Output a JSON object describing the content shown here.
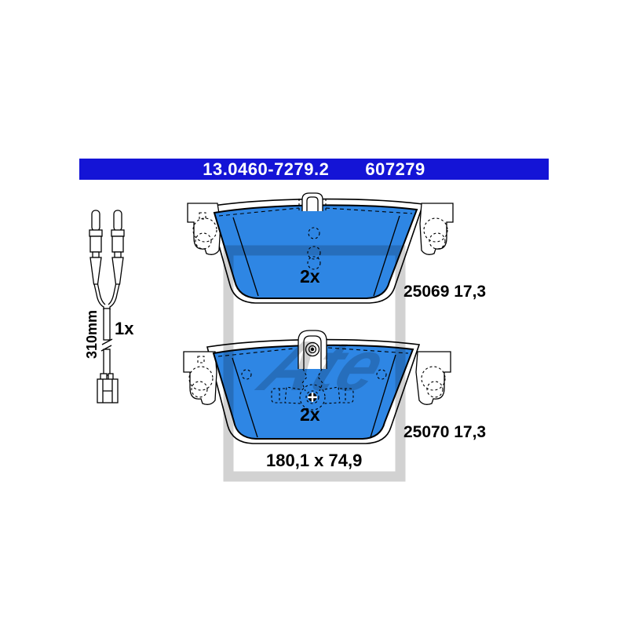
{
  "header": {
    "part_number": "13.0460-7279.2",
    "article_number": "607279"
  },
  "sensor": {
    "length_label": "310mm",
    "quantity_label": "1x"
  },
  "pads": [
    {
      "quantity_label": "2x",
      "part_label": "25069 17,3"
    },
    {
      "quantity_label": "2x",
      "part_label": "25070 17,3"
    }
  ],
  "dimensions_label": "180,1 x 74,9",
  "watermark": {
    "text": "Ate"
  },
  "colors": {
    "header_bg": "#1414d6",
    "header_text": "#ffffff",
    "pad_fill": "#2e86e4",
    "outline": "#000000",
    "watermark_gray": "#d2d2d2",
    "background": "#ffffff",
    "label_text": "#000000"
  }
}
